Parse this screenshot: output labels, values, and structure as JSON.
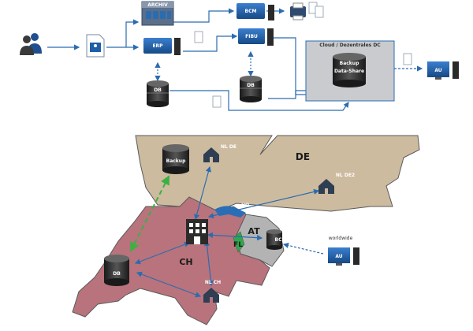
{
  "top_flow": {
    "archiv": "ARCHIV",
    "bcm": "BCM",
    "erp": "ERP",
    "fibu": "FIBU",
    "db_left": "DB",
    "db_right": "DB",
    "cloud_title": "Cloud / Dezentrales DC",
    "backup_share_line1": "Backup",
    "backup_share_line2": "Data-Share",
    "au_top": "AU"
  },
  "map": {
    "backup": "Backup",
    "nl_de": "NL DE",
    "de": "DE",
    "nl_de2": "NL DE2",
    "hq": "HQ",
    "at": "AT",
    "fl": "FL",
    "bc": "BC",
    "ch": "CH",
    "db": "DB",
    "nl_ch": "NL CH",
    "worldwide": "worldwide",
    "au_world": "AU"
  },
  "colors": {
    "accent_blue": "#2b6cb0",
    "server_blue": "#1f5fa8",
    "switzerland": "#b8737c",
    "germany": "#cdbb9f",
    "austria": "#b3b3b3",
    "liechtenstein": "#2ea84a",
    "lake": "#2a6fb5",
    "backup_dashed": "#3cb043"
  },
  "icons": [
    "users-icon",
    "document-icon",
    "server-icon",
    "database-icon",
    "printer-icon",
    "monitor-icon",
    "house-icon",
    "building-icon"
  ]
}
